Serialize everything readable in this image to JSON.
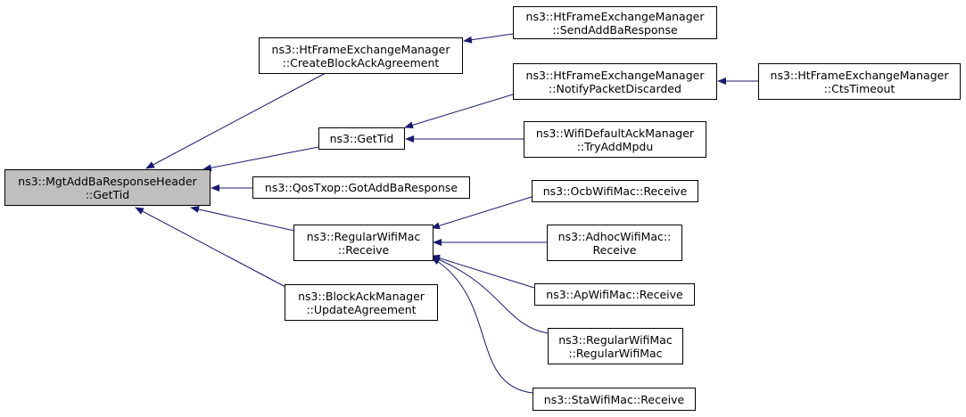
{
  "colors": {
    "edge": "#191970",
    "node_border": "#000000",
    "node_fill": "#ffffff",
    "root_fill": "#bfbfbf"
  },
  "nodes": {
    "root": {
      "line1": "ns3::MgtAddBaResponseHeader",
      "line2": "::GetTid"
    },
    "create_block_ack": {
      "line1": "ns3::HtFrameExchangeManager",
      "line2": "::CreateBlockAckAgreement"
    },
    "send_addba_response": {
      "line1": "ns3::HtFrameExchangeManager",
      "line2": "::SendAddBaResponse"
    },
    "get_tid": {
      "line1": "ns3::GetTid"
    },
    "notify_packet_discarded": {
      "line1": "ns3::HtFrameExchangeManager",
      "line2": "::NotifyPacketDiscarded"
    },
    "cts_timeout": {
      "line1": "ns3::HtFrameExchangeManager",
      "line2": "::CtsTimeout"
    },
    "try_add_mpdu": {
      "line1": "ns3::WifiDefaultAckManager",
      "line2": "::TryAddMpdu"
    },
    "got_addba_response": {
      "line1": "ns3::QosTxop::GotAddBaResponse"
    },
    "regular_receive": {
      "line1": "ns3::RegularWifiMac",
      "line2": "::Receive"
    },
    "ocb_receive": {
      "line1": "ns3::OcbWifiMac::Receive"
    },
    "adhoc_receive": {
      "line1": "ns3::AdhocWifiMac::",
      "line2": "Receive"
    },
    "ap_receive": {
      "line1": "ns3::ApWifiMac::Receive"
    },
    "regular_ctor": {
      "line1": "ns3::RegularWifiMac",
      "line2": "::RegularWifiMac"
    },
    "sta_receive": {
      "line1": "ns3::StaWifiMac::Receive"
    },
    "update_agreement": {
      "line1": "ns3::BlockAckManager",
      "line2": "::UpdateAgreement"
    }
  }
}
